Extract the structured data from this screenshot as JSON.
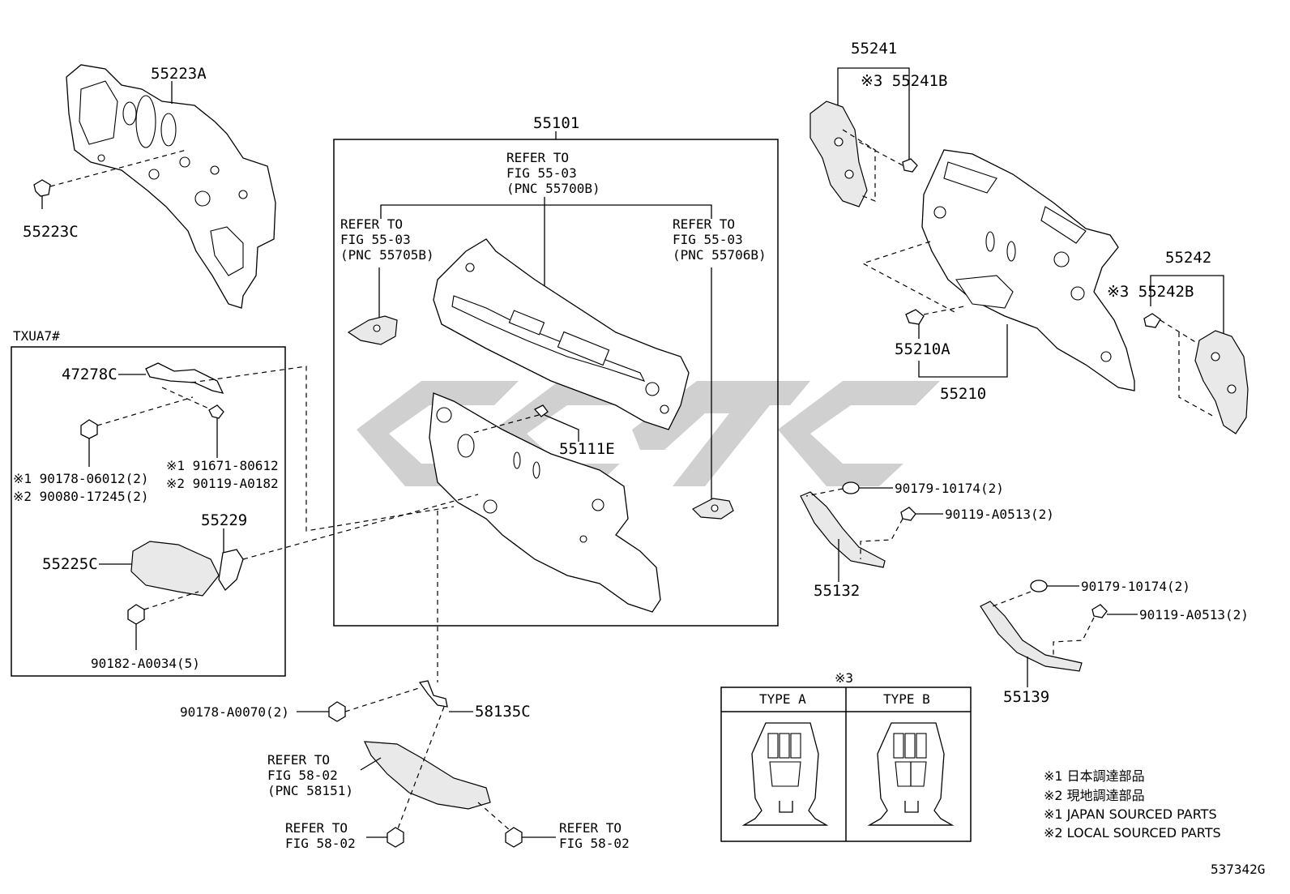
{
  "labels": {
    "p55223A": "55223A",
    "p55223C": "55223C",
    "p55101": "55101",
    "ref_center": [
      "REFER TO",
      "FIG 55-03",
      "(PNC 55700B)"
    ],
    "ref_left": [
      "REFER TO",
      "FIG 55-03",
      "(PNC 55705B)"
    ],
    "ref_right": [
      "REFER TO",
      "FIG 55-03",
      "(PNC 55706B)"
    ],
    "p55111E": "55111E",
    "txua7": "TXUA7#",
    "p47278C": "47278C",
    "n1_a": "※1 90178-06012(2)",
    "n2_a": "※2 90080-17245(2)",
    "n1_b": "※1 91671-80612",
    "n2_b": "※2 90119-A0182",
    "p55229": "55229",
    "p55225C": "55225C",
    "p90182": "90182-A0034(5)",
    "p55241": "55241",
    "p55241B": "※3 55241B",
    "p55210A": "55210A",
    "p55210": "55210",
    "p55242": "55242",
    "p55242B": "※3 55242B",
    "p90179a": "90179-10174(2)",
    "p90119a": "90119-A0513(2)",
    "p55132": "55132",
    "p90179b": "90179-10174(2)",
    "p90119b": "90119-A0513(2)",
    "p55139": "55139",
    "p90178b": "90178-A0070(2)",
    "p58135C": "58135C",
    "ref_58151": [
      "REFER TO",
      "FIG 58-02",
      "(PNC 58151)"
    ],
    "ref_5802_left": [
      "REFER TO",
      "FIG 58-02"
    ],
    "ref_5802_right": [
      "REFER TO",
      "FIG 58-02"
    ],
    "type_mark": "※3",
    "type_a": "TYPE A",
    "type_b": "TYPE B",
    "legend": [
      "※1 日本調達部品",
      "※2 現地調達部品",
      "※1 JAPAN SOURCED PARTS",
      "※2 LOCAL SOURCED PARTS"
    ],
    "drawing_no": "537342G"
  }
}
